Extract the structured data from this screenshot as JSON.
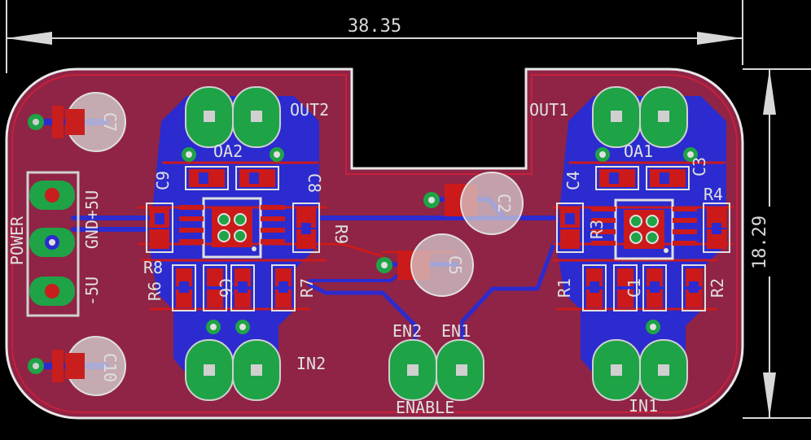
{
  "dimensions": {
    "width": "38.35",
    "height": "18.29"
  },
  "colors": {
    "board": "#8f2446",
    "trace_bottom": "#2b2bd0",
    "trace_top": "#cc1a1a",
    "pad_green": "#1fa347",
    "silkscreen": "#e0e0e0",
    "dimension": "#d8d8d8"
  },
  "labels": {
    "out2": "OUT2",
    "out1": "OUT1",
    "oa2": "OA2",
    "oa1": "OA1",
    "in2": "IN2",
    "in1": "IN1",
    "en2": "EN2",
    "en1": "EN1",
    "enable": "ENABLE",
    "power": "POWER",
    "gnd_p5": "GND+5U",
    "m5": "-5U",
    "c1": "C1",
    "c2": "C2",
    "c3": "C3",
    "c4": "C4",
    "c5": "C5",
    "c6": "C6",
    "c7": "C7",
    "c8": "C8",
    "c9": "C9",
    "c10": "C10",
    "r1": "R1",
    "r2": "R2",
    "r3": "R3",
    "r4": "R4",
    "r6": "R6",
    "r7": "R7",
    "r8": "R8",
    "r9": "R9"
  }
}
